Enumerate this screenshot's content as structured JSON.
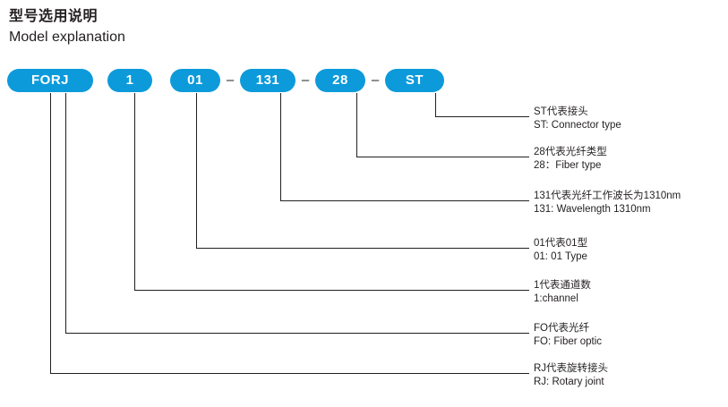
{
  "heading": {
    "cn": "型号选用说明",
    "en": "Model explanation"
  },
  "colors": {
    "pill": "#0c9ada",
    "text": "#231f20",
    "line": "#231f20"
  },
  "code": {
    "segments": [
      {
        "label": "FORJ",
        "name": "segment-forj"
      },
      {
        "label": "1",
        "name": "segment-channel"
      },
      {
        "label": "01",
        "name": "segment-type"
      },
      {
        "label": "131",
        "name": "segment-wavelength"
      },
      {
        "label": "28",
        "name": "segment-fiber"
      },
      {
        "label": "ST",
        "name": "segment-connector"
      }
    ],
    "separators": [
      "–",
      "–",
      "–"
    ]
  },
  "callouts": [
    {
      "cn": "ST代表接头",
      "en": "ST: Connector type"
    },
    {
      "cn": "28代表光纤类型",
      "en": "28：Fiber type"
    },
    {
      "cn": "131代表光纤工作波长为1310nm",
      "en": "131: Wavelength 1310nm"
    },
    {
      "cn": "01代表01型",
      "en": "01: 01 Type"
    },
    {
      "cn": "1代表通道数",
      "en": "1:channel"
    },
    {
      "cn": "FO代表光纤",
      "en": "FO:  Fiber optic"
    },
    {
      "cn": "RJ代表旋转接头",
      "en": "RJ:  Rotary joint"
    }
  ]
}
